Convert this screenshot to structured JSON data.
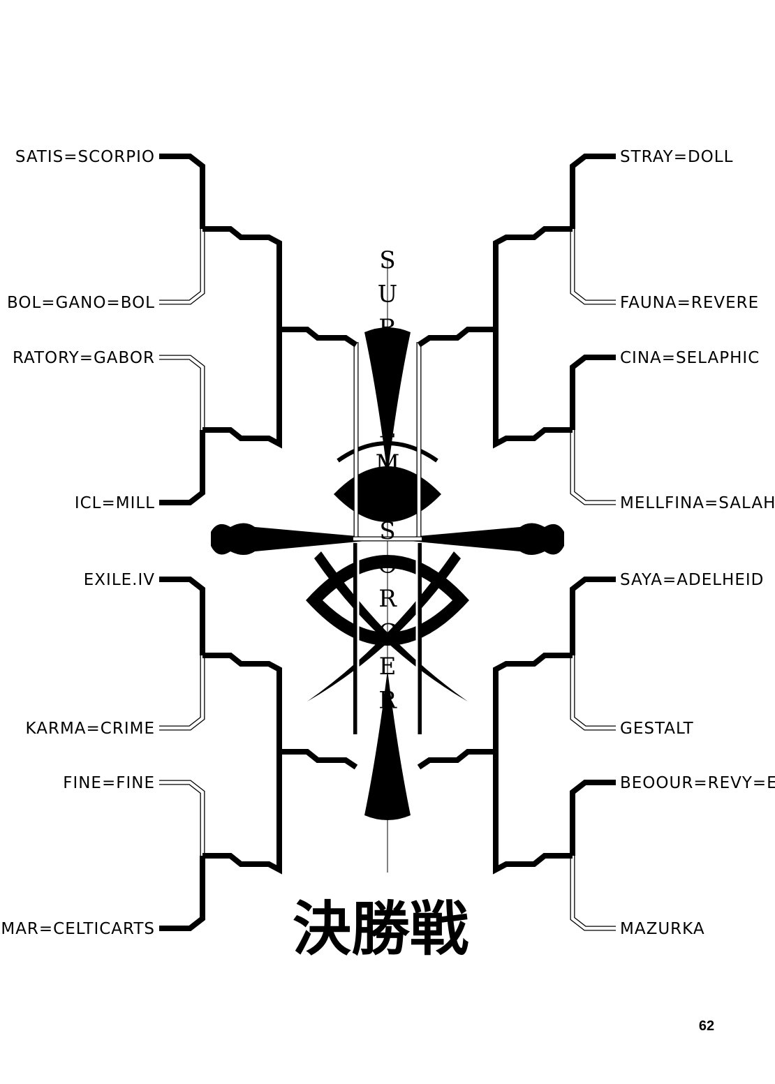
{
  "title": "決勝戦",
  "vertical_title_letters": [
    "S",
    "U",
    "R",
    "P",
    "R",
    "E",
    "M",
    "E",
    "S",
    "O",
    "R",
    "C",
    "E",
    "R",
    "E",
    "S",
    "S"
  ],
  "page_number": "62",
  "left_entrants": [
    {
      "name": "SATIS=SCORPIO",
      "advanced": true
    },
    {
      "name": "BOL=GANO=BOL",
      "advanced": false
    },
    {
      "name": "RATORY=GABOR",
      "advanced": false
    },
    {
      "name": "ICL=MILL",
      "advanced": true
    },
    {
      "name": "EXILE.IV",
      "advanced": true
    },
    {
      "name": "KARMA=CRIME",
      "advanced": false
    },
    {
      "name": "FINE=FINE",
      "advanced": false
    },
    {
      "name": "AMAR=CELTICARTS",
      "advanced": true
    }
  ],
  "right_entrants": [
    {
      "name": "STRAY=DOLL",
      "advanced": true
    },
    {
      "name": "FAUNA=REVERE",
      "advanced": false
    },
    {
      "name": "CINA=SELAPHIC",
      "advanced": true
    },
    {
      "name": "MELLFINA=SALAHKISK",
      "advanced": false
    },
    {
      "name": "SAYA=ADELHEID",
      "advanced": true
    },
    {
      "name": "GESTALT",
      "advanced": false
    },
    {
      "name": "BEOOUR=REVY=ERYTH",
      "advanced": true
    },
    {
      "name": "MAZURKA",
      "advanced": false
    }
  ]
}
